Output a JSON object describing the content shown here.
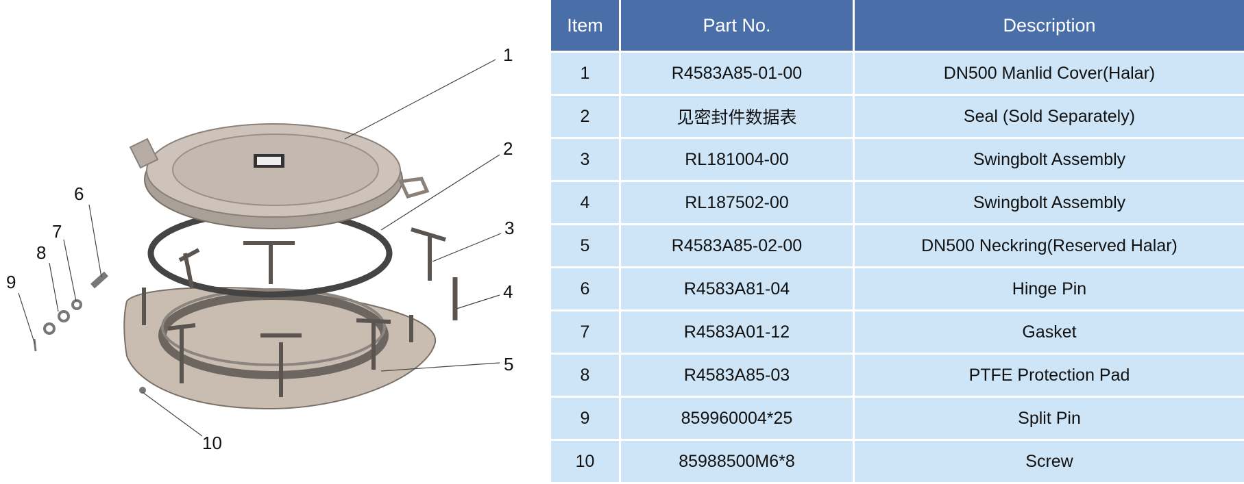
{
  "diagram": {
    "callouts": [
      "1",
      "2",
      "3",
      "4",
      "5",
      "6",
      "7",
      "8",
      "9",
      "10"
    ]
  },
  "table": {
    "headers": {
      "item": "Item",
      "part_no": "Part No.",
      "description": "Description"
    },
    "rows": [
      {
        "item": "1",
        "part_no": "R4583A85-01-00",
        "description": "DN500 Manlid Cover(Halar)"
      },
      {
        "item": "2",
        "part_no": "见密封件数据表",
        "description": "Seal (Sold Separately)"
      },
      {
        "item": "3",
        "part_no": "RL181004-00",
        "description": "Swingbolt Assembly"
      },
      {
        "item": "4",
        "part_no": "RL187502-00",
        "description": "Swingbolt Assembly"
      },
      {
        "item": "5",
        "part_no": "R4583A85-02-00",
        "description": "DN500 Neckring(Reserved  Halar)"
      },
      {
        "item": "6",
        "part_no": "R4583A81-04",
        "description": "Hinge Pin"
      },
      {
        "item": "7",
        "part_no": "R4583A01-12",
        "description": "Gasket"
      },
      {
        "item": "8",
        "part_no": "R4583A85-03",
        "description": "PTFE Protection Pad"
      },
      {
        "item": "9",
        "part_no": "859960004*25",
        "description": "Split Pin"
      },
      {
        "item": "10",
        "part_no": "85988500M6*8",
        "description": "Screw"
      }
    ],
    "colors": {
      "header_bg": "#4a6fa8",
      "row_bg": "#cde5f7"
    }
  }
}
